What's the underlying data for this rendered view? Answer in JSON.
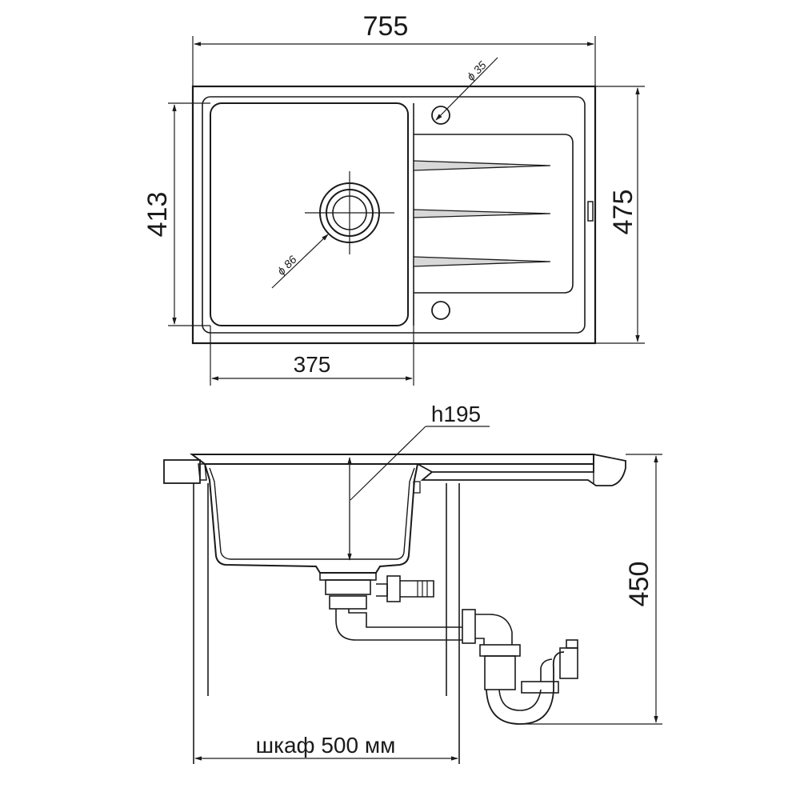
{
  "dimensions": {
    "overall_width": "755",
    "overall_depth": "475",
    "bowl_depth": "413",
    "bowl_width": "375",
    "faucet_hole": "ϕ 35",
    "drain_hole": "ϕ 86",
    "bowl_height": "h195",
    "install_height": "450",
    "cabinet": "шкаф 500 мм"
  }
}
